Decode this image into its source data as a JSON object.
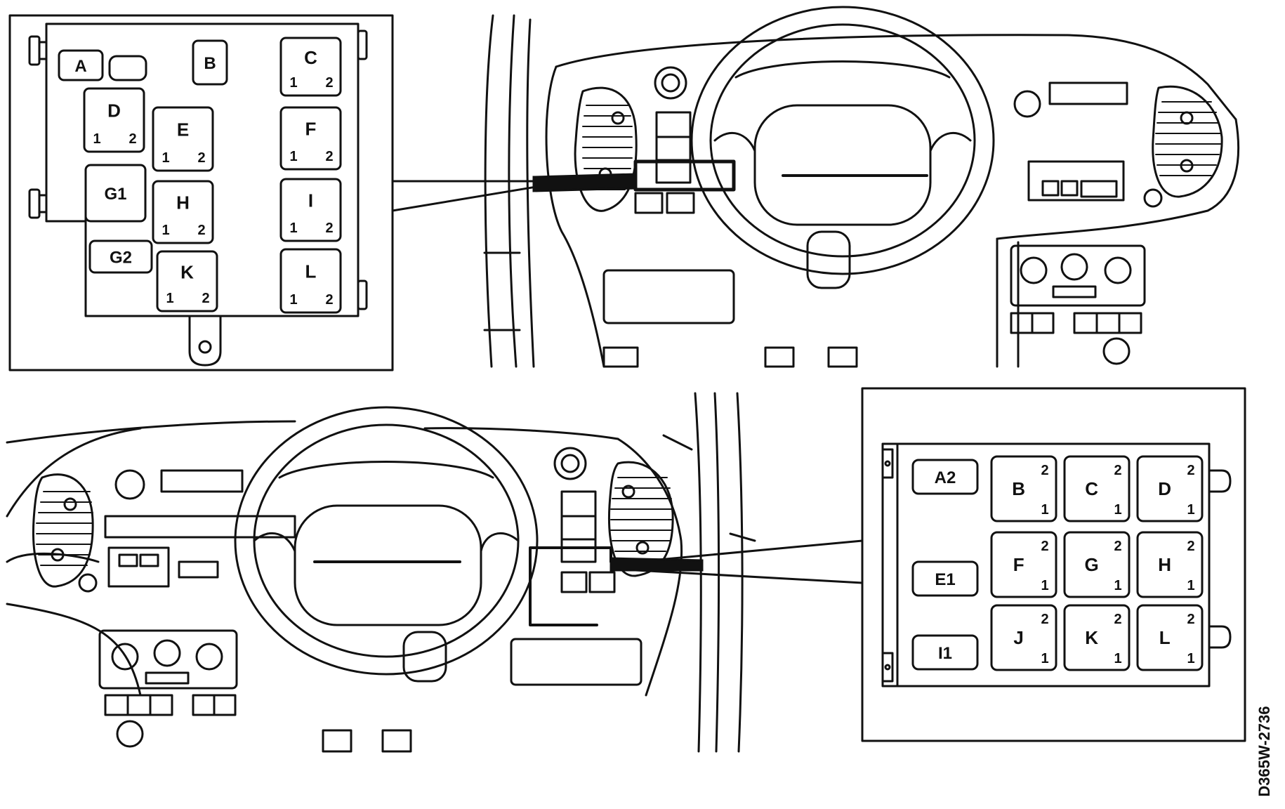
{
  "colors": {
    "ink": "#111111",
    "paper": "#ffffff"
  },
  "diagram_code": "D365W-2736",
  "lhd_panel": {
    "relays": [
      {
        "id": "A",
        "label": "A"
      },
      {
        "id": "B",
        "label": "B"
      },
      {
        "id": "C",
        "label": "C",
        "pin_left": "1",
        "pin_right": "2"
      },
      {
        "id": "D",
        "label": "D",
        "pin_left": "1",
        "pin_right": "2"
      },
      {
        "id": "E",
        "label": "E",
        "pin_left": "1",
        "pin_right": "2"
      },
      {
        "id": "F",
        "label": "F",
        "pin_left": "1",
        "pin_right": "2"
      },
      {
        "id": "G1",
        "label": "G1"
      },
      {
        "id": "H",
        "label": "H",
        "pin_left": "1",
        "pin_right": "2"
      },
      {
        "id": "I",
        "label": "I",
        "pin_left": "1",
        "pin_right": "2"
      },
      {
        "id": "G2",
        "label": "G2"
      },
      {
        "id": "K",
        "label": "K",
        "pin_left": "1",
        "pin_right": "2"
      },
      {
        "id": "L",
        "label": "L",
        "pin_left": "1",
        "pin_right": "2"
      }
    ]
  },
  "rhd_panel": {
    "relays": [
      {
        "id": "A2",
        "label": "A2"
      },
      {
        "id": "B",
        "label": "B",
        "pin_top": "2",
        "pin_bottom": "1"
      },
      {
        "id": "C",
        "label": "C",
        "pin_top": "2",
        "pin_bottom": "1"
      },
      {
        "id": "D",
        "label": "D",
        "pin_top": "2",
        "pin_bottom": "1"
      },
      {
        "id": "E1",
        "label": "E1"
      },
      {
        "id": "F",
        "label": "F",
        "pin_top": "2",
        "pin_bottom": "1"
      },
      {
        "id": "G",
        "label": "G",
        "pin_top": "2",
        "pin_bottom": "1"
      },
      {
        "id": "H",
        "label": "H",
        "pin_top": "2",
        "pin_bottom": "1"
      },
      {
        "id": "I1",
        "label": "I1"
      },
      {
        "id": "J",
        "label": "J",
        "pin_top": "2",
        "pin_bottom": "1"
      },
      {
        "id": "K",
        "label": "K",
        "pin_top": "2",
        "pin_bottom": "1"
      },
      {
        "id": "L",
        "label": "L",
        "pin_top": "2",
        "pin_bottom": "1"
      }
    ]
  }
}
